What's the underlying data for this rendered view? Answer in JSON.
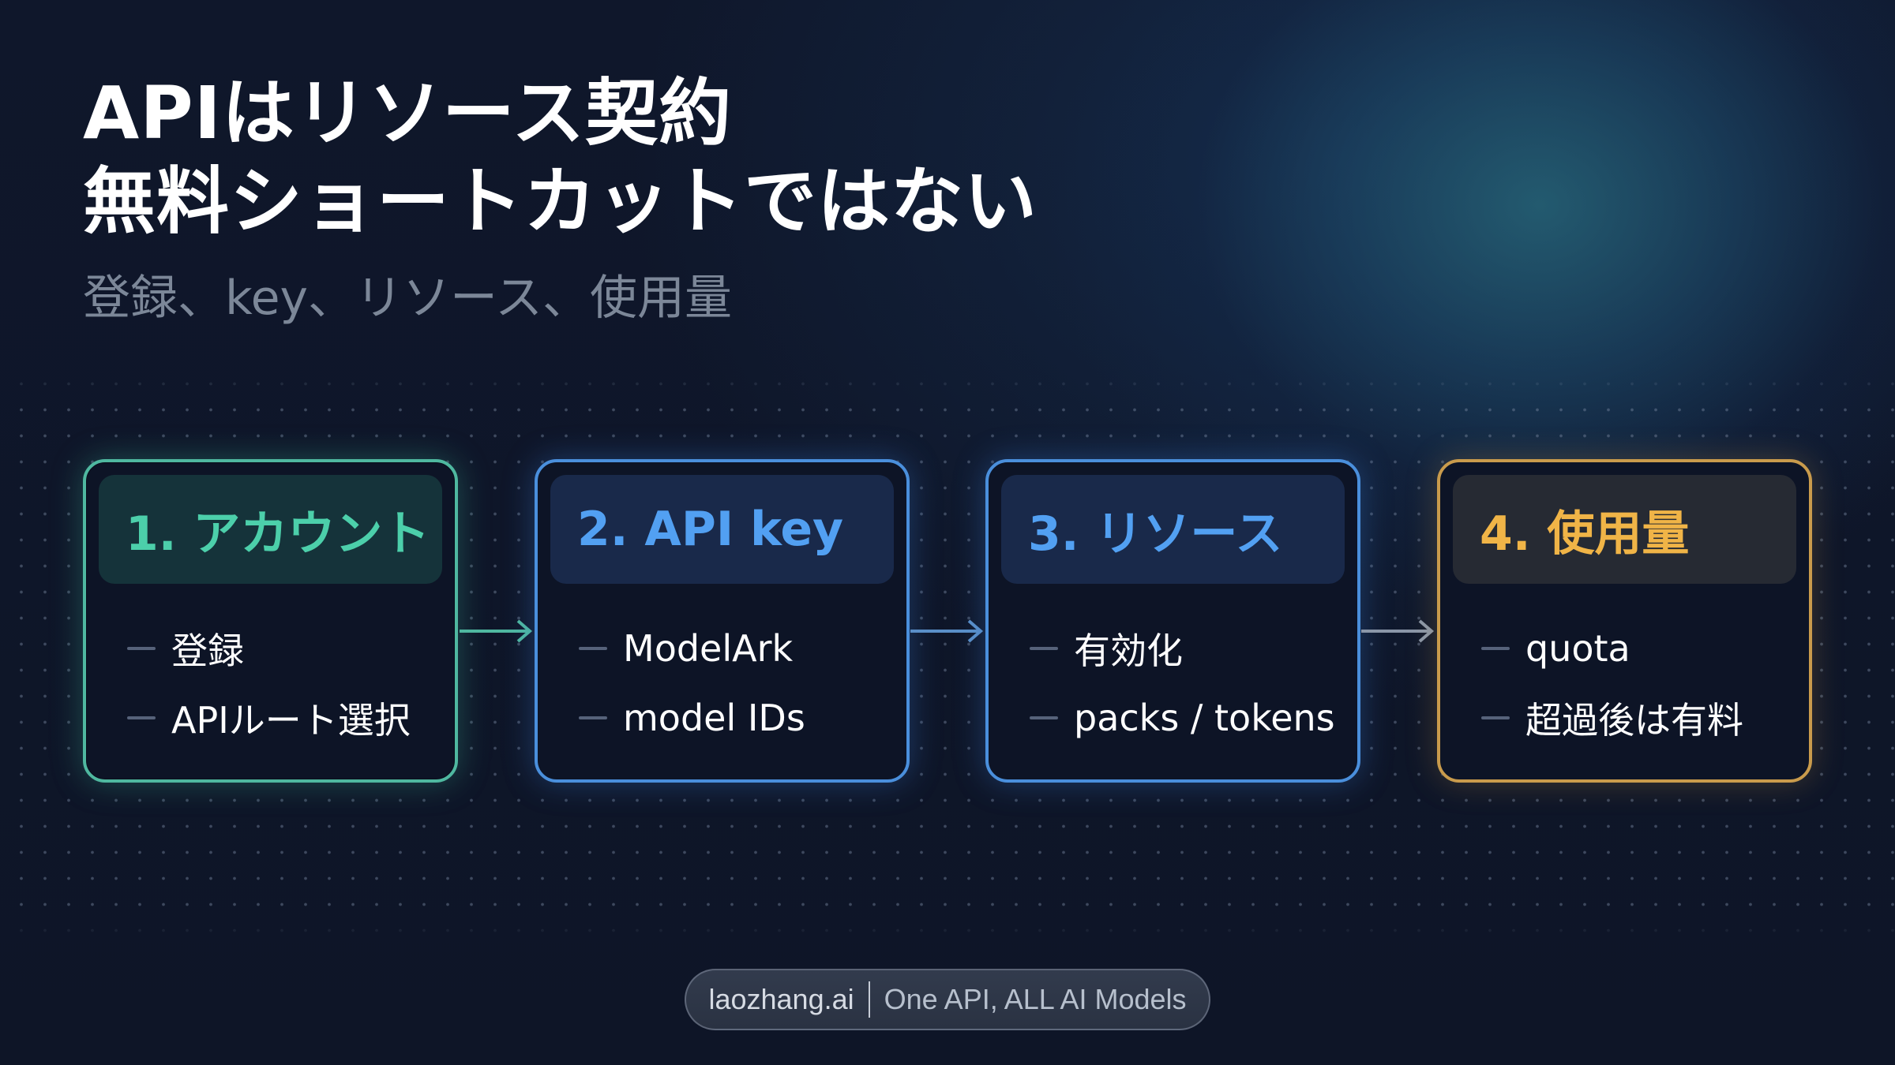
{
  "slide": {
    "title_lines": [
      "APIはリソース契約",
      "無料ショートカットではない"
    ],
    "subtitle": "登録、key、リソース、使用量"
  },
  "steps": [
    {
      "label": "1. アカウント",
      "color": "#4ccfaa",
      "border": "#4fb8a0",
      "bullets": [
        "登録",
        "APIルート選択"
      ]
    },
    {
      "label": "2. API key",
      "color": "#52a0f2",
      "border": "#4a8fdc",
      "bullets": [
        "ModelArk",
        "model IDs"
      ]
    },
    {
      "label": "3. リソース",
      "color": "#52a0f2",
      "border": "#4a8fdc",
      "bullets": [
        "有効化",
        "packs / tokens"
      ]
    },
    {
      "label": "4. 使用量",
      "color": "#f0b447",
      "border": "#c99b4c",
      "bullets": [
        "quota",
        "超過後は有料"
      ]
    }
  ],
  "connectors": [
    {
      "from": 1,
      "to": 2,
      "icon": "arrow-right-icon",
      "color": "#4fb8a0"
    },
    {
      "from": 2,
      "to": 3,
      "icon": "arrow-right-icon",
      "color": "#5a8fc8"
    },
    {
      "from": 3,
      "to": 4,
      "icon": "arrow-right-icon",
      "color": "#8a96a8"
    }
  ],
  "footer": {
    "brand": "laozhang.ai",
    "tagline": "One API, ALL AI Models"
  }
}
